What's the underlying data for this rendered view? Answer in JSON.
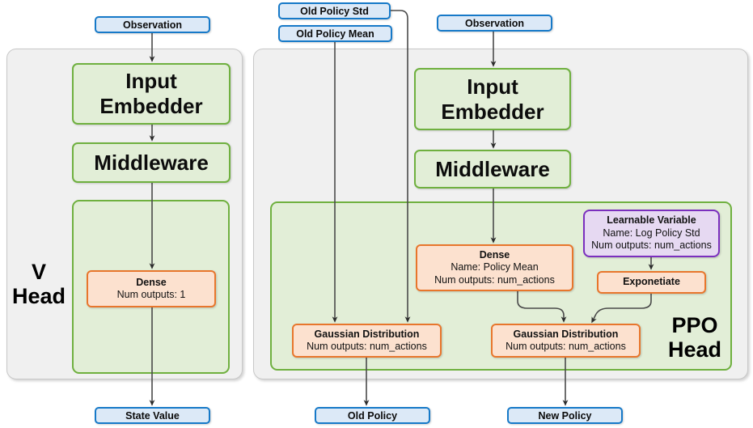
{
  "diagram": {
    "title": "Coach RL Network Architecture - V Head and PPO Head",
    "colors": {
      "panel_gray_fill": "#f0f0f0",
      "panel_gray_border": "#c8c8c8",
      "green_fill": "#e2eed7",
      "green_border": "#6fb03f",
      "orange_fill": "#fce1cf",
      "orange_border": "#e8762c",
      "purple_fill": "#e6d9f2",
      "purple_border": "#7b2fbe",
      "blue_fill": "#dce9f7",
      "blue_border": "#1679c8",
      "arrow": "#404040"
    }
  },
  "v_head": {
    "panel_label": "V\nHead",
    "panel_label_line1": "V",
    "panel_label_line2": "Head",
    "input": {
      "label": "Observation"
    },
    "blocks": [
      {
        "label": "Input Embedder"
      },
      {
        "label": "Middleware"
      }
    ],
    "dense": {
      "title": "Dense",
      "line2": "Num outputs: 1"
    },
    "output": {
      "label": "State Value"
    }
  },
  "ppo_head": {
    "panel_label_line1": "PPO",
    "panel_label_line2": "Head",
    "inputs": [
      {
        "label": "Old Policy Std"
      },
      {
        "label": "Old Policy Mean"
      },
      {
        "label": "Observation"
      }
    ],
    "blocks": [
      {
        "label": "Input Embedder"
      },
      {
        "label": "Middleware"
      }
    ],
    "dense_policy_mean": {
      "title": "Dense",
      "line2": "Name: Policy Mean",
      "line3": "Num outputs: num_actions"
    },
    "learnable_variable": {
      "title": "Learnable Variable",
      "line2": "Name: Log Policy Std",
      "line3": "Num outputs: num_actions"
    },
    "exponetiate": {
      "title": "Exponetiate"
    },
    "gaussian_old": {
      "title": "Gaussian Distribution",
      "line2": "Num outputs: num_actions"
    },
    "gaussian_new": {
      "title": "Gaussian Distribution",
      "line2": "Num outputs: num_actions"
    },
    "outputs": [
      {
        "label": "Old Policy"
      },
      {
        "label": "New Policy"
      }
    ]
  }
}
